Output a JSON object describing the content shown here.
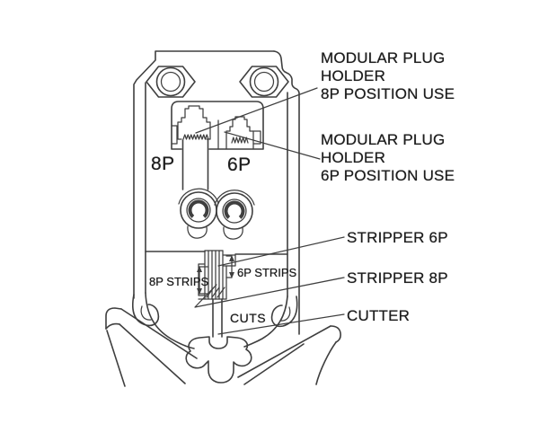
{
  "figure": {
    "kind": "technical line diagram",
    "subject": "modular plug crimping tool - face view with part callouts",
    "background_color": "#ffffff",
    "line_color": "#3f3f3f",
    "text_color": "#1d1d1d"
  },
  "callouts": {
    "holder_8p": {
      "lines": [
        "MODULAR PLUG",
        "HOLDER",
        "8P POSITION USE"
      ]
    },
    "holder_6p": {
      "lines": [
        "MODULAR PLUG",
        "HOLDER",
        "6P POSITION USE"
      ]
    },
    "stripper_6p": {
      "text": "STRIPPER 6P"
    },
    "stripper_8p": {
      "text": "STRIPPER 8P"
    },
    "cutter": {
      "text": "CUTTER"
    }
  },
  "part_labels": {
    "position_8p": "8P",
    "position_6p": "6P",
    "strips_8p": "8P STRIPS",
    "strips_6p": "6P STRIPS",
    "cuts": "CUTS"
  }
}
